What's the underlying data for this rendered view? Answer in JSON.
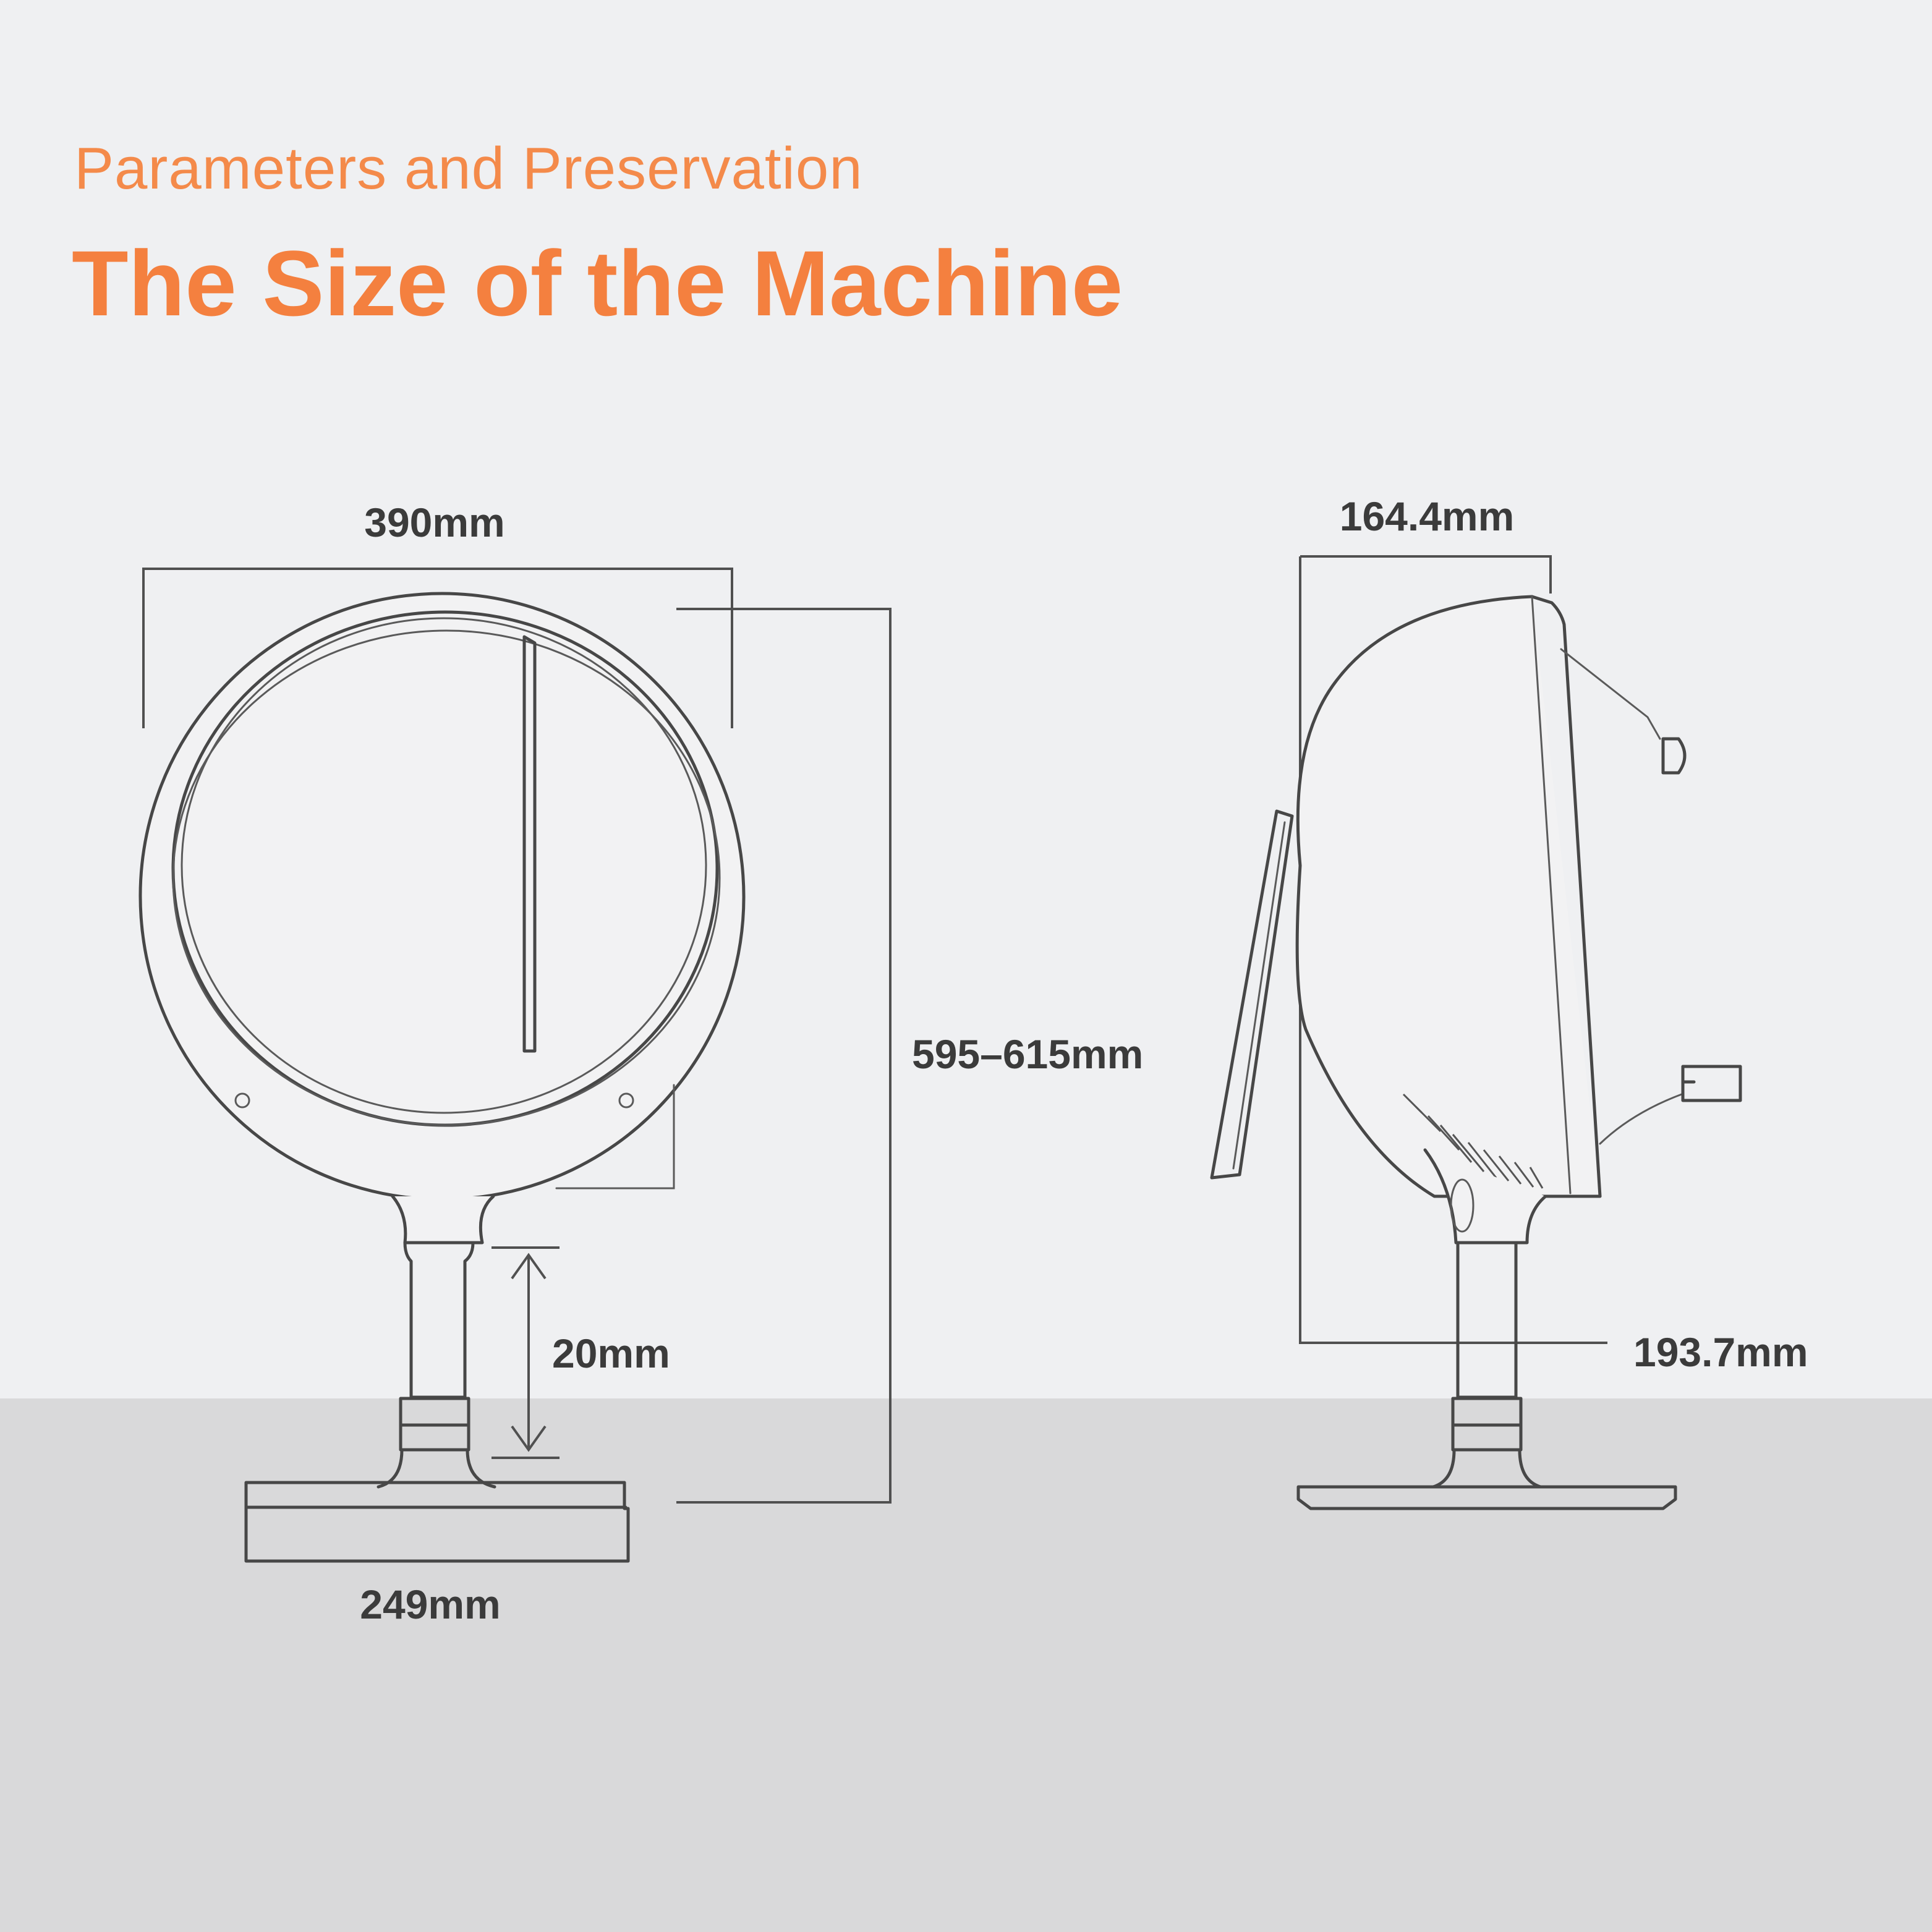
{
  "header": {
    "subtitle": "Parameters and Preservation",
    "title": "The Size of the Machine"
  },
  "dimensions": {
    "front_width": "390mm",
    "total_height": "595–615mm",
    "height_adjust": "20mm",
    "base_width": "249mm",
    "side_depth": "164.4mm",
    "side_height": "193.7mm"
  },
  "colors": {
    "accent": "#f4803f",
    "background": "#eff0f2",
    "floor": "#d9d9da",
    "line": "#474747"
  }
}
